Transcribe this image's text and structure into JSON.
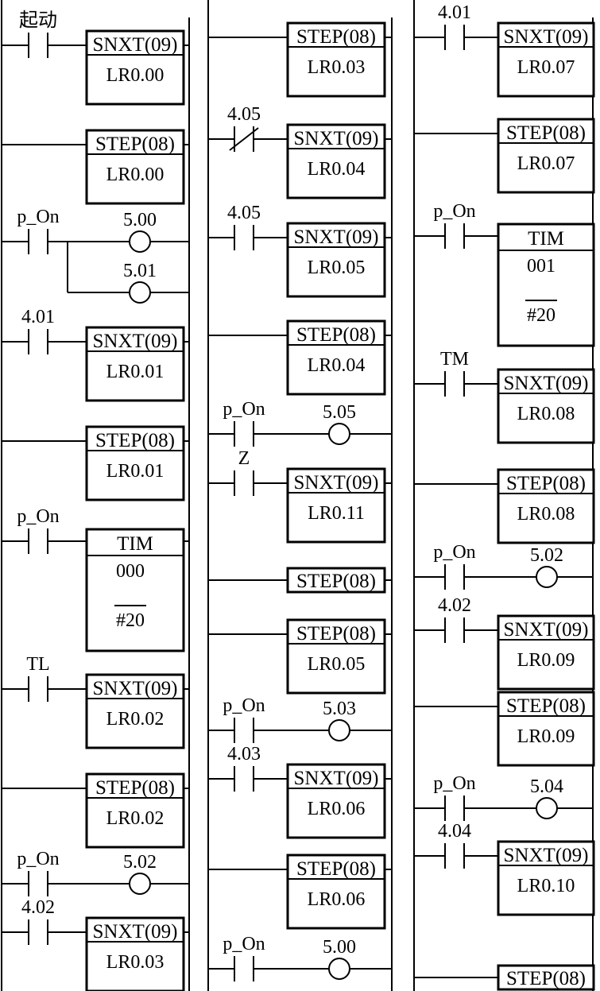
{
  "columns": [
    {
      "rungs": [
        {
          "type": "instr",
          "contact": {
            "label": "起动",
            "kind": "NO"
          },
          "instr": "SNXT(09)",
          "operand": "LR0.00"
        },
        {
          "type": "instr",
          "contact": null,
          "instr": "STEP(08)",
          "operand": "LR0.00"
        },
        {
          "type": "coils",
          "contact": {
            "label": "p_On",
            "kind": "NO"
          },
          "coils": [
            "5.00",
            "5.01"
          ]
        },
        {
          "type": "instr",
          "contact": {
            "label": "4.01",
            "kind": "NO"
          },
          "instr": "SNXT(09)",
          "operand": "LR0.01"
        },
        {
          "type": "instr",
          "contact": null,
          "instr": "STEP(08)",
          "operand": "LR0.01"
        },
        {
          "type": "tim",
          "contact": {
            "label": "p_On",
            "kind": "NO"
          },
          "instr": "TIM",
          "number": "000",
          "preset": "#20"
        },
        {
          "type": "instr",
          "contact": {
            "label": "TL",
            "kind": "NO"
          },
          "instr": "SNXT(09)",
          "operand": "LR0.02"
        },
        {
          "type": "instr",
          "contact": null,
          "instr": "STEP(08)",
          "operand": "LR0.02"
        },
        {
          "type": "coils",
          "contact": {
            "label": "p_On",
            "kind": "NO"
          },
          "coils": [
            "5.02"
          ]
        },
        {
          "type": "instr",
          "contact": {
            "label": "4.02",
            "kind": "NO"
          },
          "instr": "SNXT(09)",
          "operand": "LR0.03"
        }
      ]
    },
    {
      "rungs": [
        {
          "type": "instr",
          "contact": null,
          "instr": "STEP(08)",
          "operand": "LR0.03"
        },
        {
          "type": "instr",
          "contact": {
            "label": "4.05",
            "kind": "NC"
          },
          "instr": "SNXT(09)",
          "operand": "LR0.04"
        },
        {
          "type": "instr",
          "contact": {
            "label": "4.05",
            "kind": "NO"
          },
          "instr": "SNXT(09)",
          "operand": "LR0.05"
        },
        {
          "type": "instr",
          "contact": null,
          "instr": "STEP(08)",
          "operand": "LR0.04"
        },
        {
          "type": "coils",
          "contact": {
            "label": "p_On",
            "kind": "NO"
          },
          "coils": [
            "5.05"
          ]
        },
        {
          "type": "instr",
          "contact": {
            "label": "Z",
            "kind": "NO"
          },
          "instr": "SNXT(09)",
          "operand": "LR0.11"
        },
        {
          "type": "single",
          "contact": null,
          "instr": "STEP(08)"
        },
        {
          "type": "instr",
          "contact": null,
          "instr": "STEP(08)",
          "operand": "LR0.05"
        },
        {
          "type": "coils",
          "contact": {
            "label": "p_On",
            "kind": "NO"
          },
          "coils": [
            "5.03"
          ]
        },
        {
          "type": "instr",
          "contact": {
            "label": "4.03",
            "kind": "NO"
          },
          "instr": "SNXT(09)",
          "operand": "LR0.06"
        },
        {
          "type": "instr",
          "contact": null,
          "instr": "STEP(08)",
          "operand": "LR0.06"
        },
        {
          "type": "coils",
          "contact": {
            "label": "p_On",
            "kind": "NO"
          },
          "coils": [
            "5.00"
          ]
        }
      ]
    },
    {
      "rungs": [
        {
          "type": "instr",
          "contact": {
            "label": "4.01",
            "kind": "NO"
          },
          "instr": "SNXT(09)",
          "operand": "LR0.07"
        },
        {
          "type": "instr",
          "contact": null,
          "instr": "STEP(08)",
          "operand": "LR0.07"
        },
        {
          "type": "tim",
          "contact": {
            "label": "p_On",
            "kind": "NO"
          },
          "instr": "TIM",
          "number": "001",
          "preset": "#20"
        },
        {
          "type": "instr",
          "contact": {
            "label": "TM",
            "kind": "NO"
          },
          "instr": "SNXT(09)",
          "operand": "LR0.08"
        },
        {
          "type": "instr",
          "contact": null,
          "instr": "STEP(08)",
          "operand": "LR0.08"
        },
        {
          "type": "coils",
          "contact": {
            "label": "p_On",
            "kind": "NO"
          },
          "coils": [
            "5.02"
          ]
        },
        {
          "type": "instr",
          "contact": {
            "label": "4.02",
            "kind": "NO"
          },
          "instr": "SNXT(09)",
          "operand": "LR0.09"
        },
        {
          "type": "instr",
          "contact": null,
          "instr": "STEP(08)",
          "operand": "LR0.09"
        },
        {
          "type": "coils",
          "contact": {
            "label": "p_On",
            "kind": "NO"
          },
          "coils": [
            "5.04"
          ]
        },
        {
          "type": "instr",
          "contact": {
            "label": "4.04",
            "kind": "NO"
          },
          "instr": "SNXT(09)",
          "operand": "LR0.10"
        },
        {
          "type": "single",
          "contact": null,
          "instr": "STEP(08)"
        }
      ]
    }
  ]
}
